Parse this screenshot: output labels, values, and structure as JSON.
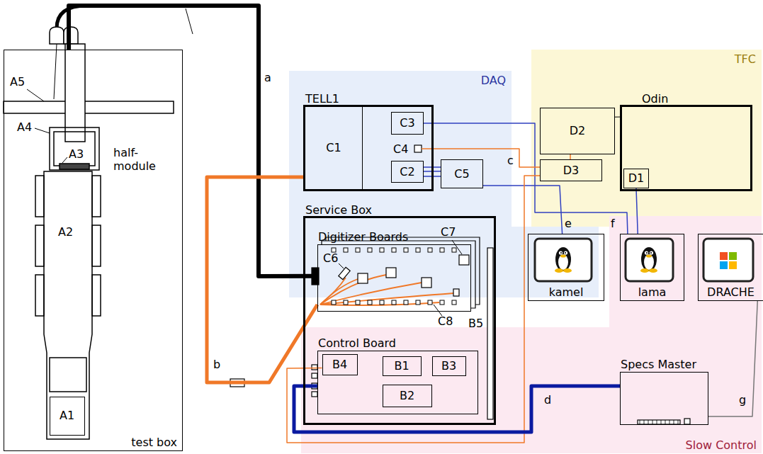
{
  "diagram": {
    "nodes": [
      {
        "text": [
          "test box"
        ]
      },
      {
        "text": [
          "A1"
        ],
        "in": 0
      },
      {
        "text": [
          "DAQ"
        ]
      },
      {
        "text": [
          "TELL1"
        ],
        "in": 2
      },
      {
        "text": [
          "C1"
        ],
        "in": 3
      },
      {
        "text": [
          "C3"
        ],
        "in": 3
      },
      {
        "text": [
          "C2"
        ],
        "in": 3
      },
      {
        "text": [
          "C5"
        ],
        "in": 2
      },
      {
        "text": [
          "kamel"
        ],
        "in": 2
      },
      {
        "text": [
          "TFC"
        ]
      },
      {
        "text": [
          "D2"
        ],
        "in": 9
      },
      {
        "text": [
          "D3"
        ],
        "in": 9
      },
      {
        "text": [
          "Odin"
        ],
        "in": 9
      },
      {
        "text": [
          "D1"
        ],
        "in": 12
      },
      {
        "text": [
          "Slow Control"
        ]
      },
      {
        "text": [
          "lama"
        ],
        "in": 14
      },
      {
        "text": [
          "DRACHE"
        ],
        "in": 14
      },
      {
        "text": [
          "Specs Master"
        ],
        "in": 14
      },
      {
        "text": [
          "Service Box"
        ]
      },
      {
        "text": [
          "Digitizer Boards"
        ],
        "in": 18
      },
      {
        "text": [
          "Control Board"
        ],
        "in": 18
      },
      {
        "text": [
          "B4"
        ],
        "in": 20
      },
      {
        "text": [
          "B1"
        ],
        "in": 20
      },
      {
        "text": [
          "B3"
        ],
        "in": 20
      },
      {
        "text": [
          "B2"
        ],
        "in": 20
      }
    ],
    "edges": [
      {
        "from": 0,
        "to": 19,
        "label": "a",
        "arrow": "none"
      },
      {
        "from": 3,
        "to": 19,
        "label": "b",
        "arrow": "none"
      },
      {
        "from": 6,
        "to": 7,
        "arrow": "none"
      },
      {
        "from": 5,
        "to": 15,
        "label": "f",
        "arrow": "none"
      },
      {
        "from": 7,
        "to": 8,
        "label": "e",
        "arrow": "none"
      },
      {
        "from": 3,
        "to": 11,
        "label": "c",
        "arrow": "none"
      },
      {
        "from": 10,
        "to": 11,
        "arrow": "none"
      },
      {
        "from": 10,
        "to": 12,
        "arrow": "none"
      },
      {
        "from": 13,
        "to": 15,
        "arrow": "none"
      },
      {
        "from": 11,
        "to": 21,
        "arrow": "none"
      },
      {
        "from": 20,
        "to": 17,
        "label": "d",
        "arrow": "none"
      },
      {
        "from": 17,
        "to": 16,
        "label": "g",
        "arrow": "none"
      }
    ],
    "labels": [
      "A5",
      "A4",
      "A3",
      "A2",
      "half-module",
      "C4",
      "C6",
      "C7",
      "C8",
      "B5"
    ]
  }
}
